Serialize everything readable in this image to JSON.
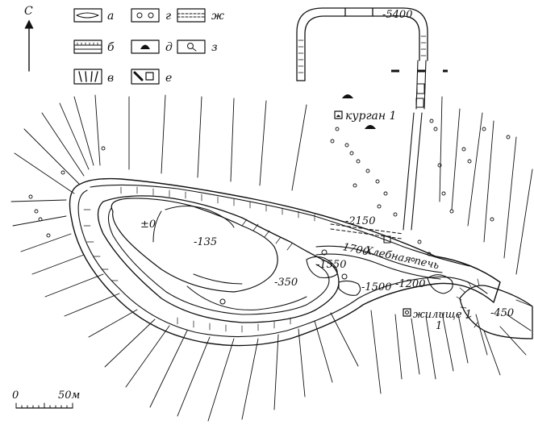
{
  "north_label": "С",
  "legend": [
    {
      "key": "а",
      "symbol": "rampart-outline"
    },
    {
      "key": "б",
      "symbol": "ditch-hatched"
    },
    {
      "key": "в",
      "symbol": "slope-hachures"
    },
    {
      "key": "г",
      "symbol": "pits"
    },
    {
      "key": "д",
      "symbol": "kurgan-mound"
    },
    {
      "key": "е",
      "symbol": "excavation"
    },
    {
      "key": "ж",
      "symbol": "road-dashed"
    },
    {
      "key": "з",
      "symbol": "find-circle"
    }
  ],
  "labels": {
    "kurgan": "курган 1",
    "bread_oven": "Хлебная печь",
    "dwelling": "жилище 1",
    "zero": "±0"
  },
  "depths": [
    "-5400",
    "-2150",
    "-1700",
    "-1550",
    "-1500",
    "-1200",
    "-450",
    "-350",
    "-135"
  ],
  "scale": {
    "start": "0",
    "end": "50м"
  }
}
